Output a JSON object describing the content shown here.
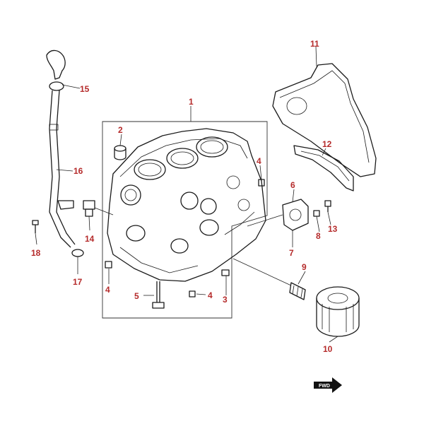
{
  "diagram": {
    "callouts": [
      "1",
      "2",
      "3",
      "4",
      "4",
      "4",
      "5",
      "6",
      "7",
      "8",
      "9",
      "10",
      "11",
      "12",
      "13",
      "14",
      "15",
      "16",
      "17",
      "18"
    ],
    "fwd_label": "FWD"
  },
  "colors": {
    "callout": "#b52b2b",
    "line": "#1a1a1a",
    "background": "#ffffff"
  }
}
